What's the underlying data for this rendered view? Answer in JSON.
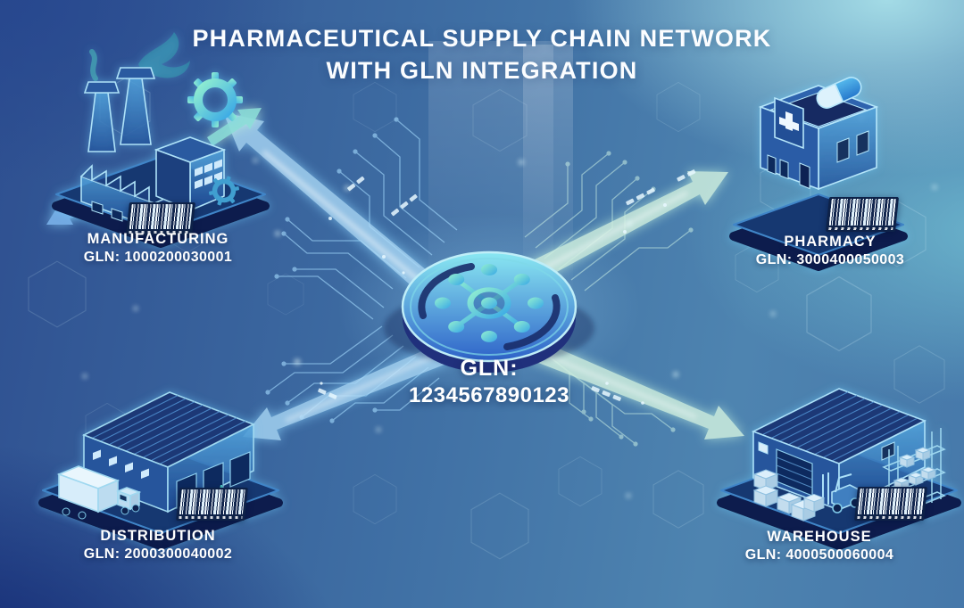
{
  "title": {
    "line1": "PHARMACEUTICAL SUPPLY CHAIN NETWORK",
    "line2": "WITH GLN INTEGRATION"
  },
  "hub": {
    "icon": "network-hub-icon",
    "gln_label": "GLN:",
    "gln_value": "1234567890123"
  },
  "nodes": [
    {
      "id": "manufacturing",
      "label": "MANUFACTURING",
      "gln_line": "GLN: 1000200030001",
      "icon": "factory-icon"
    },
    {
      "id": "pharmacy",
      "label": "PHARMACY",
      "gln_line": "GLN: 3000400050003",
      "icon": "pharmacy-store-icon"
    },
    {
      "id": "distribution",
      "label": "DISTRIBUTION",
      "gln_line": "GLN: 2000300040002",
      "icon": "distribution-warehouse-truck-icon"
    },
    {
      "id": "warehouse",
      "label": "WAREHOUSE",
      "gln_line": "GLN: 4000500060004",
      "icon": "warehouse-storage-icon"
    }
  ],
  "colors": {
    "background_left": "#2e4f90",
    "background_top_right": "#a8dde8",
    "accent_cyan": "#7fe3f2",
    "beam_blue": "#a9d8f6",
    "beam_mint": "#cdeede",
    "platform_navy": "#16316e",
    "text": "#ffffff"
  }
}
